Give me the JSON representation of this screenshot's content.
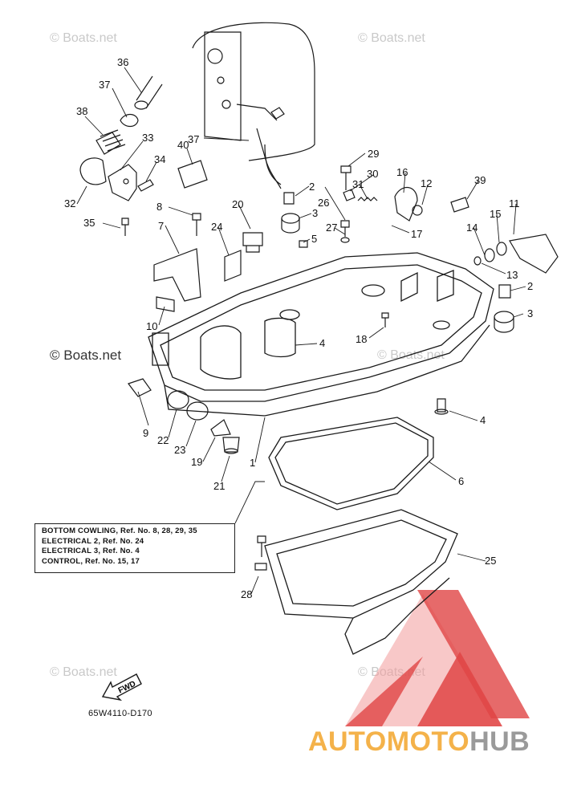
{
  "watermarks": [
    "© Boats.net",
    "© Boats.net",
    "© Boats.net",
    "© Boats.net",
    "© Boats.net",
    "© Boats.net"
  ],
  "callouts": [
    "36",
    "37",
    "38",
    "33",
    "34",
    "32",
    "35",
    "40",
    "37",
    "29",
    "30",
    "31",
    "16",
    "12",
    "39",
    "11",
    "2",
    "26",
    "3",
    "5",
    "27",
    "17",
    "15",
    "14",
    "13",
    "8",
    "20",
    "24",
    "7",
    "2",
    "3",
    "10",
    "4",
    "18",
    "4",
    "9",
    "22",
    "23",
    "19",
    "21",
    "1",
    "6",
    "25",
    "28"
  ],
  "reference_box": {
    "lines": [
      "BOTTOM COWLING, Ref. No. 8, 28, 29, 35",
      "ELECTRICAL 2, Ref. No. 24",
      "ELECTRICAL 3, Ref. No. 4",
      "CONTROL, Ref. No. 15, 17"
    ]
  },
  "fwd_label": "FWD",
  "diagram_code": "65W4110-D170",
  "brand": {
    "part1": "AUTOMOTO",
    "part2": "HUB"
  },
  "colors": {
    "line": "#1a1a1a",
    "logo_red": "#e04545",
    "logo_red_light": "#f39a9a",
    "brand_orange": "#f4b24a",
    "brand_gray": "#9a9a9a",
    "watermark": "#c9c9c9"
  }
}
